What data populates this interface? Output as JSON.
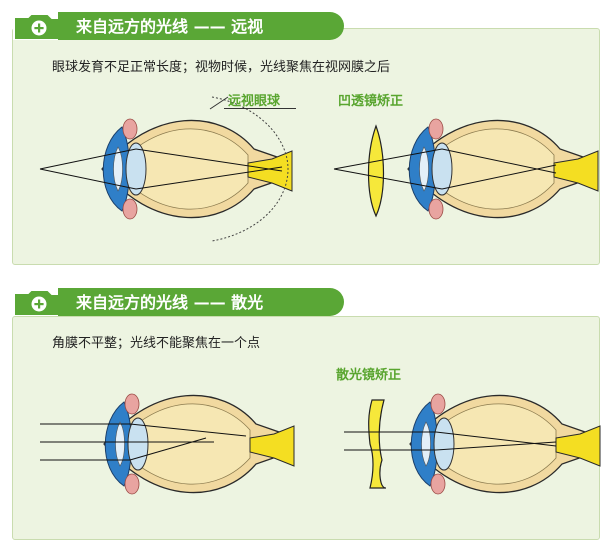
{
  "sections": [
    {
      "title": "来自远方的光线 —— 远视",
      "description": "眼球发育不足正常长度；视物时候，光线聚焦在视网膜之后",
      "eye_label": "远视眼球",
      "correction_label": "凹透镜矫正"
    },
    {
      "title": "来自远方的光线 —— 散光",
      "description": "角膜不平整；光线不能聚焦在一个点",
      "correction_label": "散光镜矫正"
    }
  ],
  "colors": {
    "accent": "#5aa736",
    "panel_bg": "#edf4e1",
    "label_green": "#59a52f",
    "eyeball": "#f6e7b3",
    "cornea_blue": "#2f7fc8",
    "lens": "#c9e1f0",
    "muscle_pink": "#e8a4a0",
    "optic_nerve": "#f4de22",
    "lens_yellow": "#f6e83a"
  },
  "icons": [
    "add-folder-icon",
    "add-folder-icon"
  ]
}
